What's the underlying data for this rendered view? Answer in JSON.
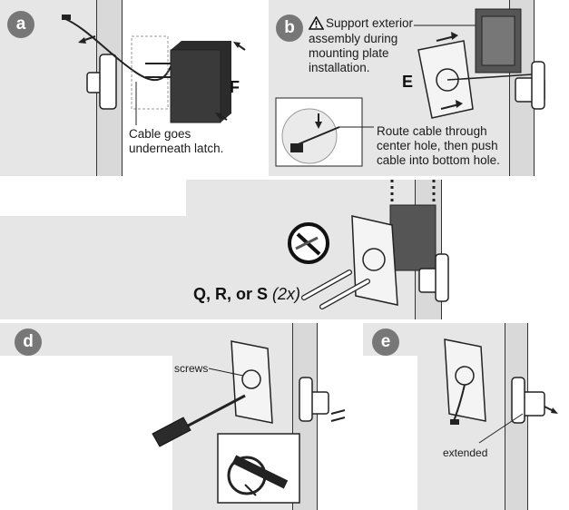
{
  "steps": {
    "a": {
      "badge": "a",
      "part_letter": "F",
      "caption_line1": "Cable goes",
      "caption_line2": "underneath latch."
    },
    "b": {
      "badge": "b",
      "warning_line1": "Support exterior",
      "warning_line2": "assembly during",
      "warning_line3": "mounting plate",
      "warning_line4": "installation.",
      "part_letter": "E",
      "route_line1": "Route cable through",
      "route_line2": "center hole, then push",
      "route_line3": "cable into bottom hole."
    },
    "c": {
      "parts_main": "Q, R, or S",
      "parts_qty": "(2x)"
    },
    "d": {
      "badge": "d",
      "screws_label": "screws"
    },
    "e": {
      "badge": "e",
      "extended_label": "extended"
    }
  },
  "icons": [
    "warning-icon",
    "no-tool-icon",
    "arrow-icon"
  ],
  "colors": {
    "panel": "#e6e6e6",
    "badge": "#777777",
    "wall": "#d9d9d9",
    "ink": "#1a1a1a"
  }
}
